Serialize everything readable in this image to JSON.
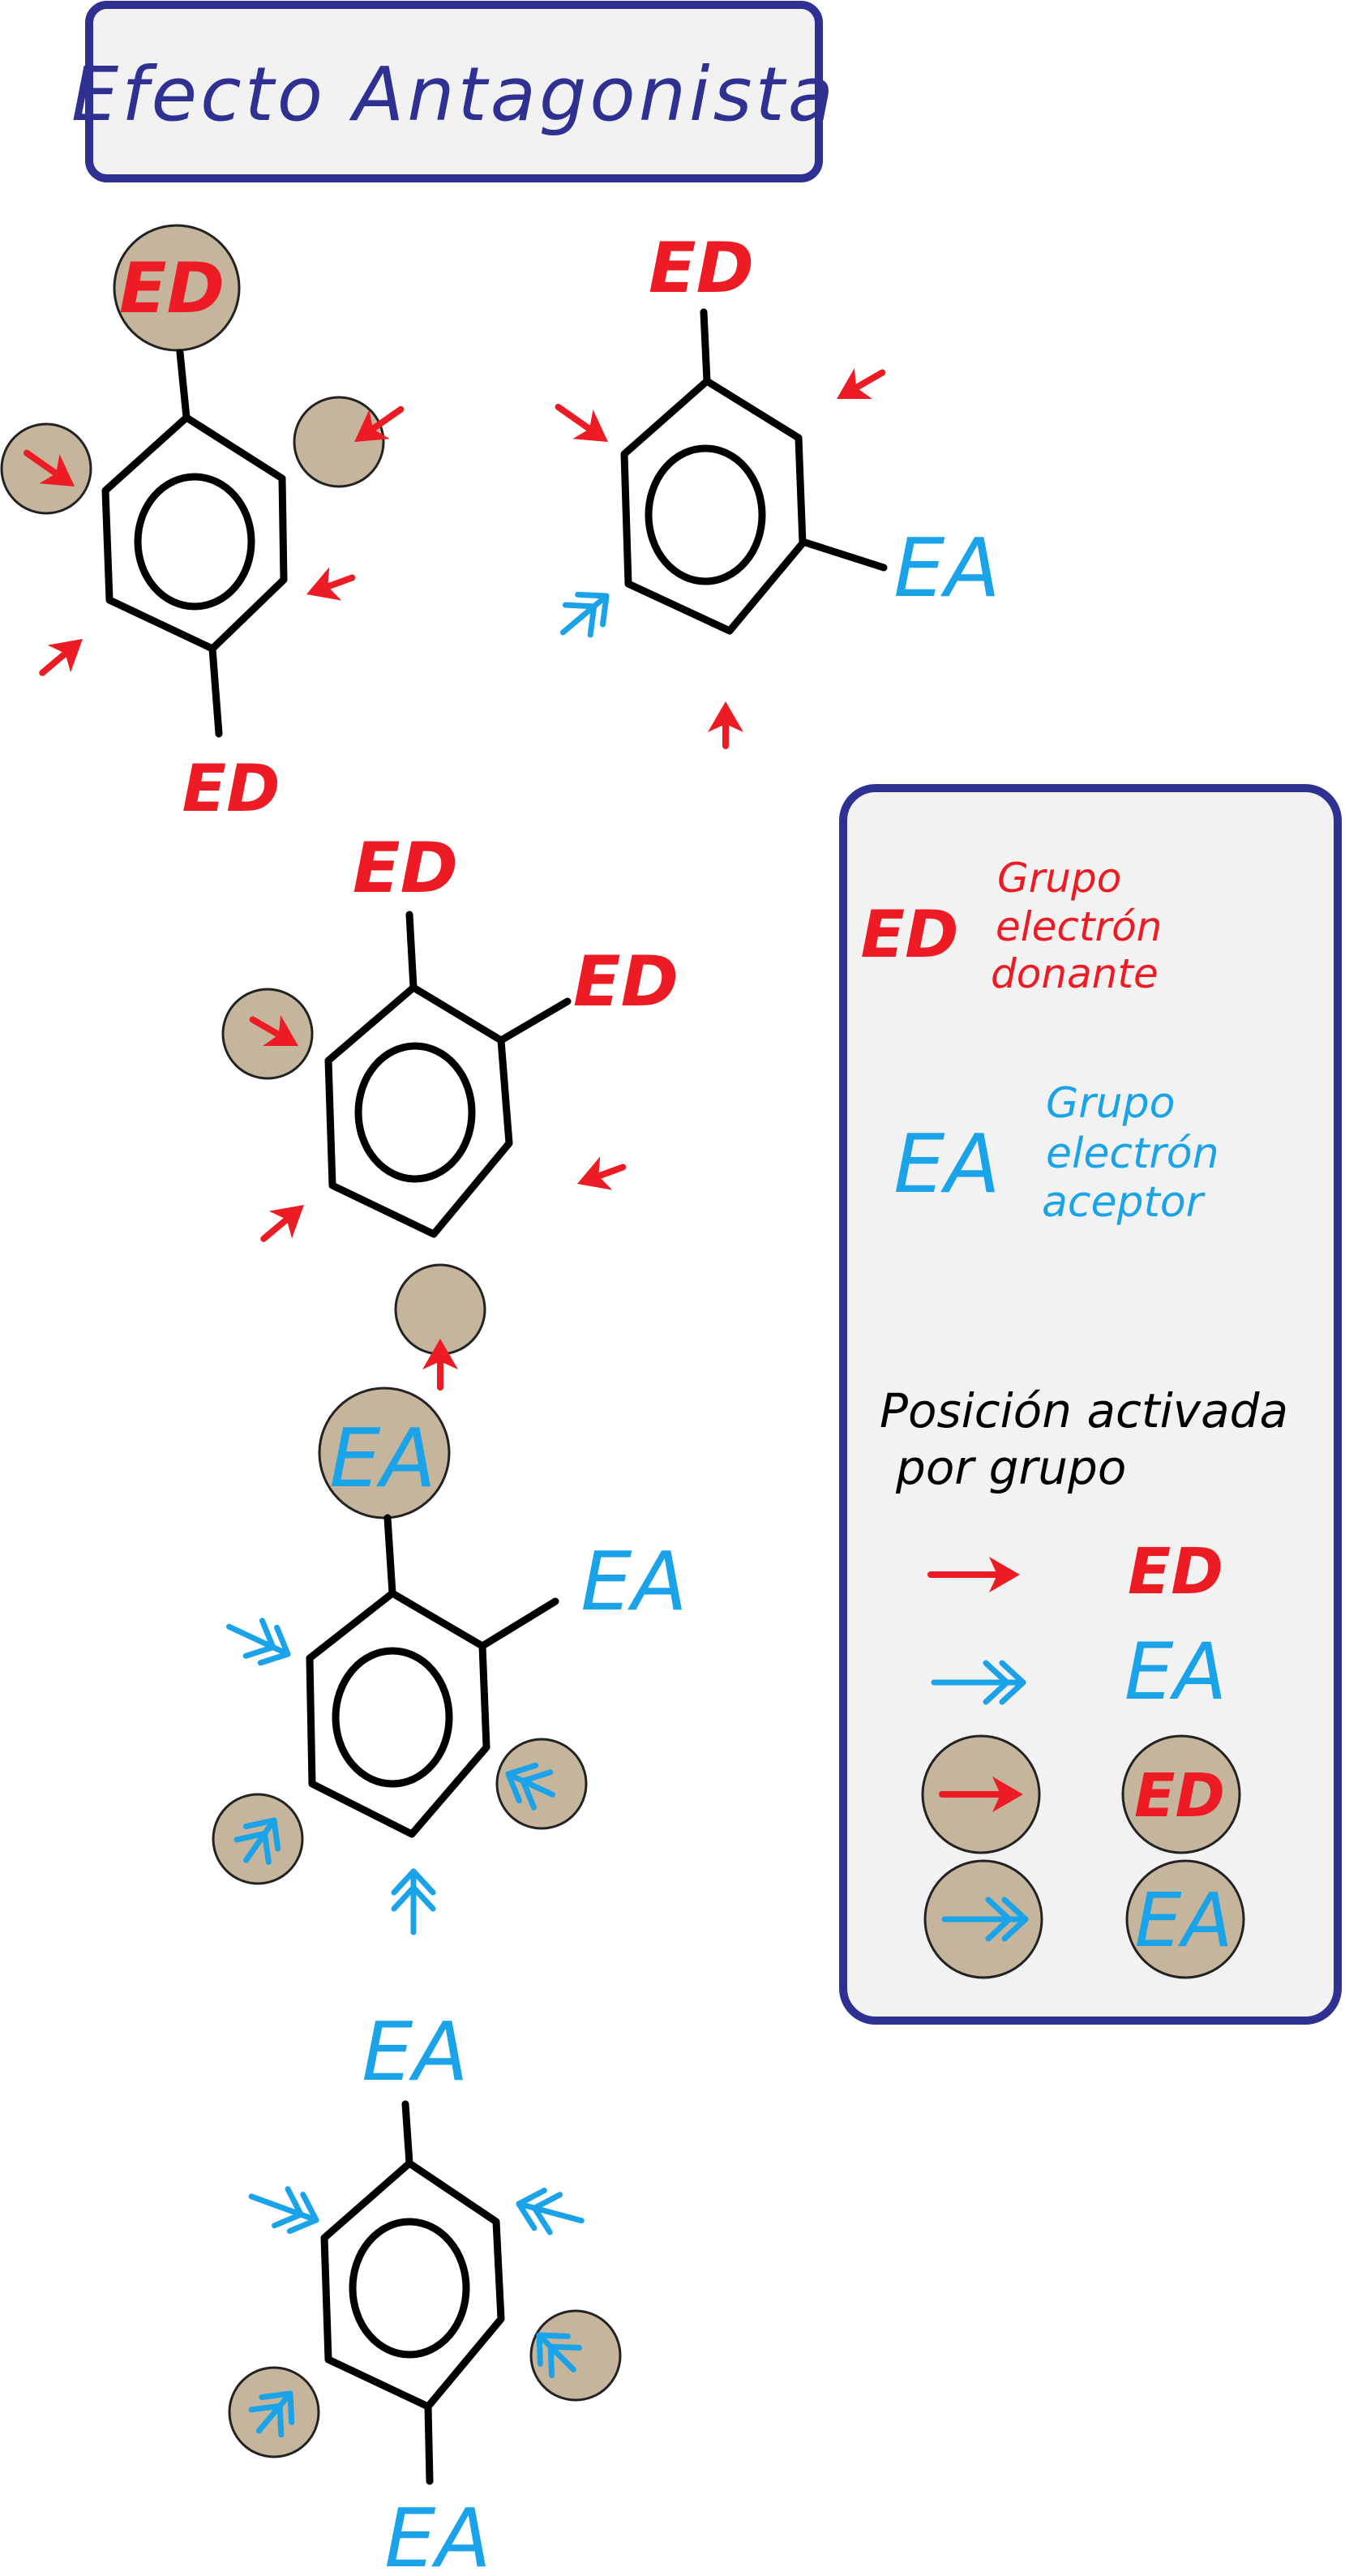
{
  "title": "Efecto Antagonista",
  "labels": {
    "ed": "ED",
    "ea": "EA"
  },
  "legend": {
    "ed_desc": [
      "Grupo",
      "electrón",
      "donante"
    ],
    "ea_desc": [
      "Grupo",
      "electrón",
      "aceptor"
    ],
    "heading": [
      "Posición activada",
      "por grupo"
    ]
  },
  "colors": {
    "ed": "#ed1c24",
    "ea": "#1aa3e8",
    "circle": "#c4b59c",
    "frame": "#2e3192",
    "panel": "#f2f2f2",
    "bond": "#000000"
  }
}
